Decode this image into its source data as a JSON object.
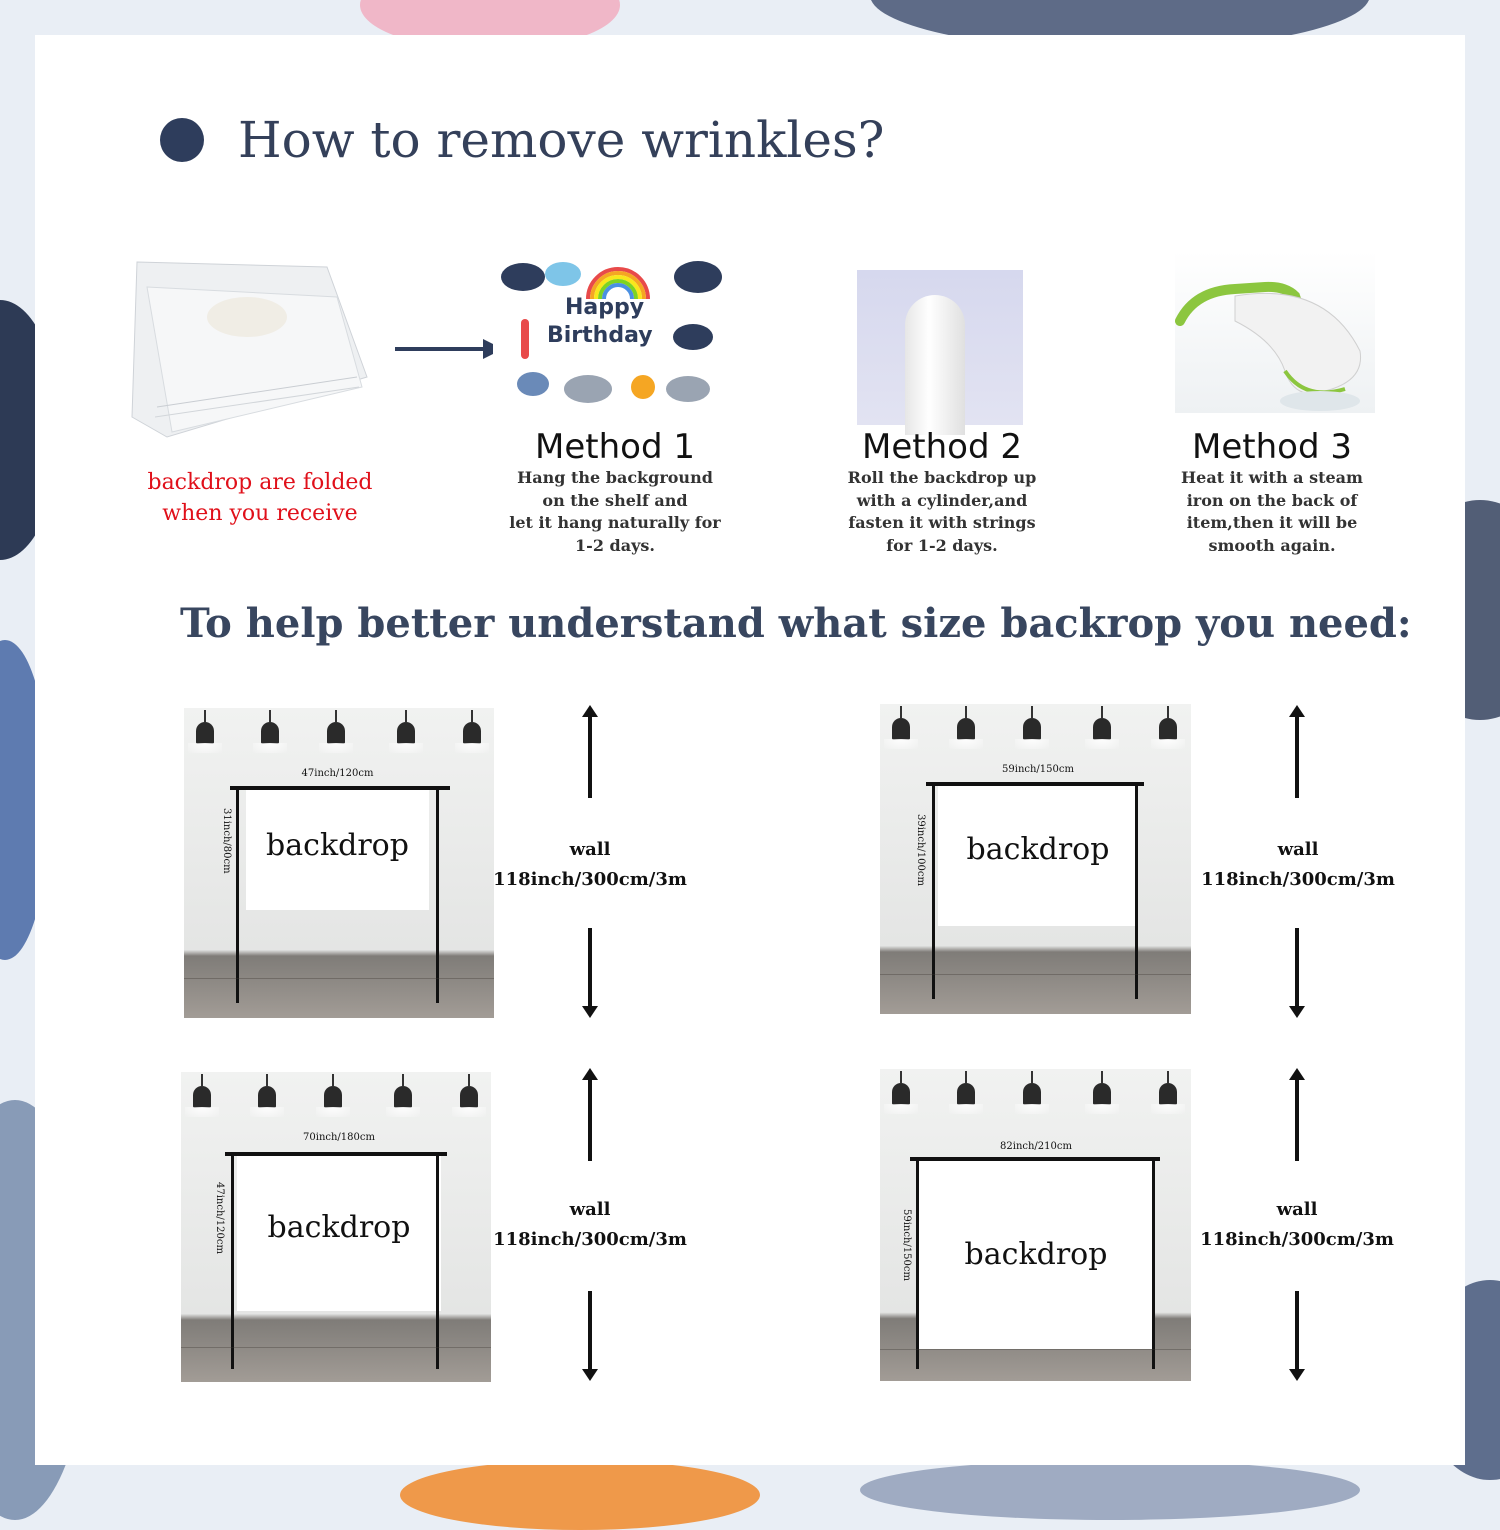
{
  "title": "How to remove wrinkles?",
  "folded_label": [
    "backdrop are folded",
    "when you receive"
  ],
  "methods": [
    {
      "title": "Method 1",
      "lines": [
        "Hang the background",
        "on the shelf and",
        "let it hang naturally for",
        "1-2 days."
      ]
    },
    {
      "title": "Method 2",
      "lines": [
        "Roll the backdrop up",
        "with a cylinder,and",
        "fasten it with strings",
        "for 1-2 days."
      ]
    },
    {
      "title": "Method 3",
      "lines": [
        "Heat it with a steam",
        "iron on the back of",
        "item,then it will be",
        "smooth again."
      ]
    }
  ],
  "preview": {
    "line1": "Happy",
    "line2": "Birthday"
  },
  "size_heading": "To help better understand what size backrop you need:",
  "sizes": [
    {
      "label": "backdrop",
      "width": "47inch/120cm",
      "height": "31inch/80cm",
      "wall_label": "wall",
      "wall_size": "118inch/300cm/3m"
    },
    {
      "label": "backdrop",
      "width": "59inch/150cm",
      "height": "39inch/100cm",
      "wall_label": "wall",
      "wall_size": "118inch/300cm/3m"
    },
    {
      "label": "backdrop",
      "width": "70inch/180cm",
      "height": "47inch/120cm",
      "wall_label": "wall",
      "wall_size": "118inch/300cm/3m"
    },
    {
      "label": "backdrop",
      "width": "82inch/210cm",
      "height": "59inch/150cm",
      "wall_label": "wall",
      "wall_size": "118inch/300cm/3m"
    }
  ],
  "colors": {
    "title": "#34405a",
    "accent_red": "#e0101a",
    "bullet": "#2e3d5c"
  }
}
